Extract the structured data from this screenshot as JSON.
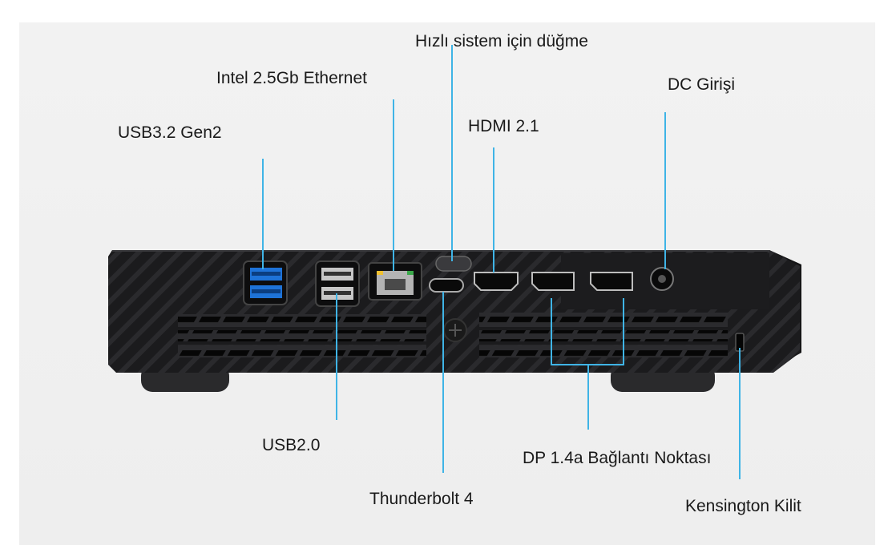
{
  "labels": {
    "usb32": "USB3.2 Gen2",
    "ethernet": "Intel 2.5Gb Ethernet",
    "quick_button": "Hızlı sistem için düğme",
    "hdmi": "HDMI 2.1",
    "dc_in": "DC Girişi",
    "usb20": "USB2.0",
    "thunderbolt": "Thunderbolt 4",
    "displayport": "DP 1.4a Bağlantı Noktası",
    "kensington": "Kensington Kilit"
  },
  "colors": {
    "callout_line": "#3fb4e6",
    "usb3_port": "#1e73d8",
    "chassis": "#1c1c1e",
    "background": "#f0f0f0"
  }
}
